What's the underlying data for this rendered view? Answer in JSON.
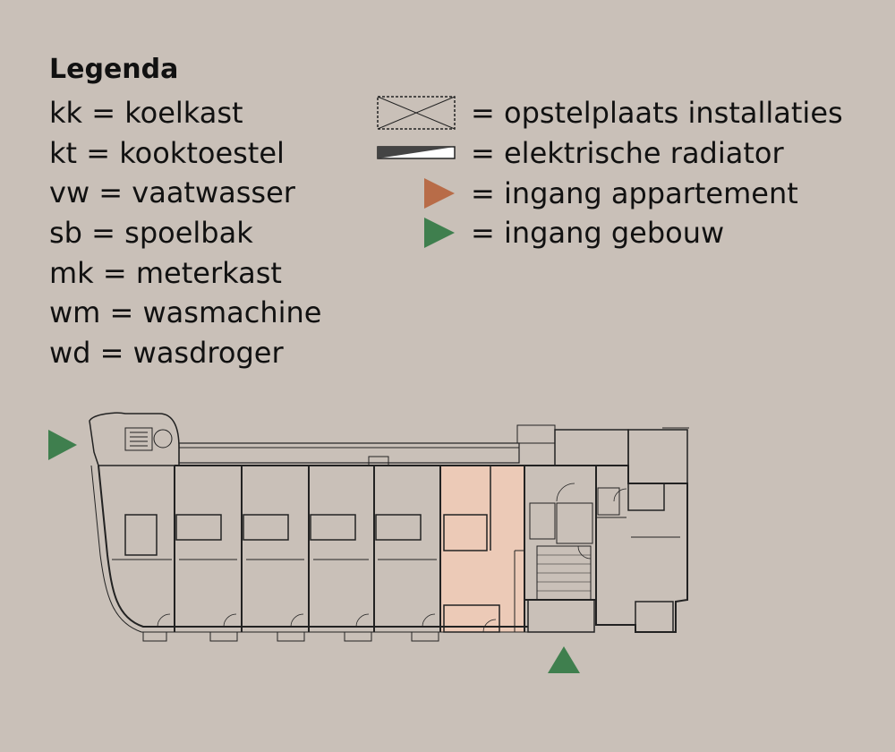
{
  "legend": {
    "title": "Legenda",
    "abbreviations": [
      "kk = koelkast",
      "kt = kooktoestel",
      "vw = vaatwasser",
      "sb = spoelbak",
      "mk = meterkast",
      "wm = wasmachine",
      "wd = wasdroger"
    ],
    "symbols": [
      {
        "icon": "installation-area-icon",
        "label": "= opstelplaats installaties"
      },
      {
        "icon": "electric-radiator-icon",
        "label": "= elektrische radiator"
      },
      {
        "icon": "apartment-entrance-arrow-icon",
        "label": "= ingang appartement",
        "color": "#b86c48"
      },
      {
        "icon": "building-entrance-arrow-icon",
        "label": "= ingang gebouw",
        "color": "#3f7f4e"
      }
    ]
  },
  "colors": {
    "background": "#c9c0b8",
    "highlight_unit": "#eccab7",
    "wall": "#222222",
    "apartment_entrance": "#b86c48",
    "building_entrance": "#3f7f4e"
  }
}
